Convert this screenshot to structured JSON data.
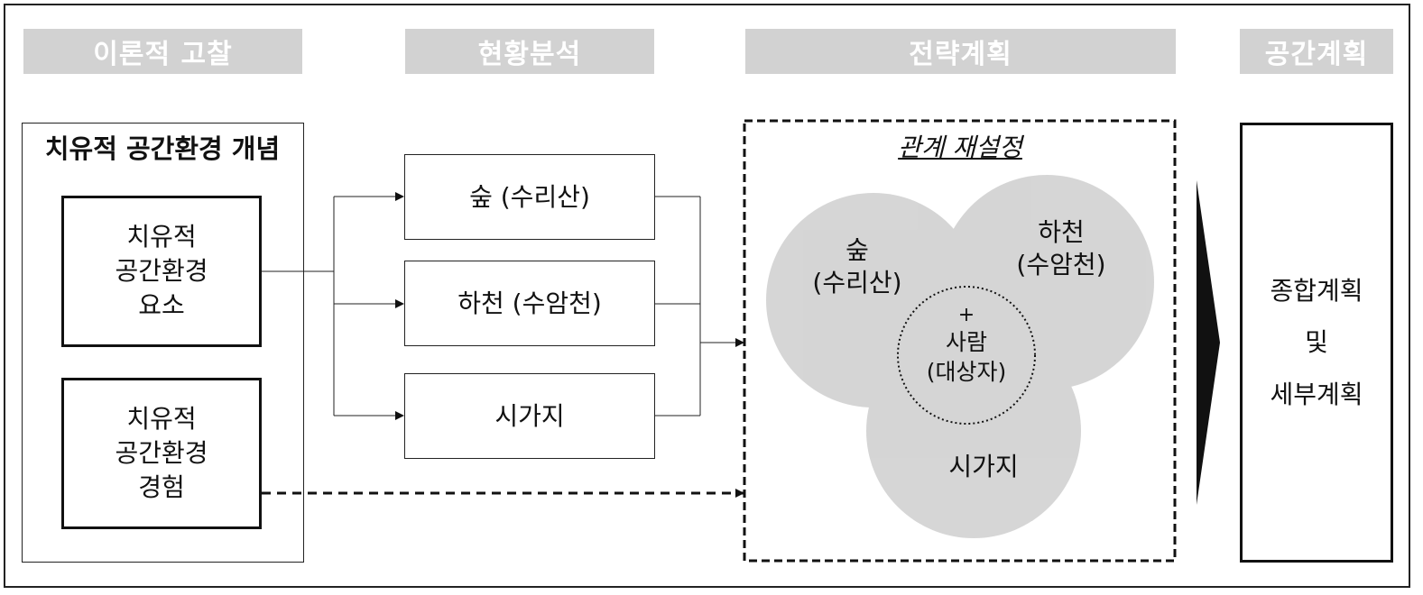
{
  "headers": {
    "theory": "이론적 고찰",
    "status": "현황분석",
    "strategy": "전략계획",
    "space": "공간계획"
  },
  "theory": {
    "title": "치유적 공간환경 개념",
    "elements": "치유적\n공간환경\n요소",
    "experience": "치유적\n공간환경\n경험"
  },
  "status": {
    "items": [
      "숲 (수리산)",
      "하천 (수암천)",
      "시가지"
    ]
  },
  "strategy": {
    "title": "관계 재설정",
    "forest": "숲\n(수리산)",
    "river": "하천\n(수암천)",
    "town": "시가지",
    "plus": "+",
    "people": "사람\n(대상자)"
  },
  "space": {
    "plan": "종합계획\n및\n세부계획"
  },
  "colors": {
    "header_bg": "#d2d2d2",
    "circle_fill": "#b4b4b4"
  }
}
